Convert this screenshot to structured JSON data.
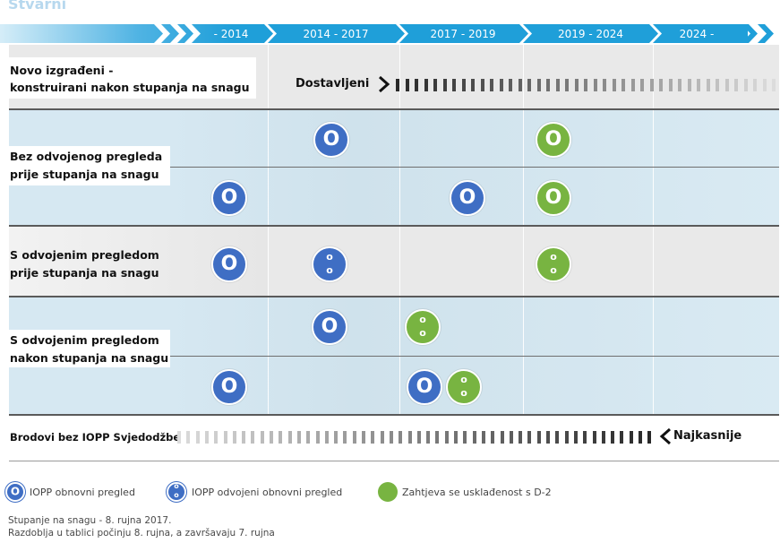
{
  "header": {
    "faded_title": "Stvarni",
    "periods": [
      "- 2014",
      "2014 - 2017",
      "2017 - 2019",
      "2019 - 2024",
      "2024 -"
    ]
  },
  "rows": [
    {
      "label_lines": [
        "Novo izgrađeni -",
        "konstruirani nakon stupanja na snagu"
      ],
      "tag": "Dostavljeni"
    },
    {
      "label_lines": [
        "Bez odvojenog pregleda",
        "prije stupanja na snagu"
      ]
    },
    {
      "label_lines": [
        "S odvojenim pregledom",
        "prije stupanja na snagu"
      ]
    },
    {
      "label_lines": [
        "S odvojenim pregledom",
        "nakon stupanja na snagu"
      ]
    },
    {
      "label_lines": [
        "Brodovi bez IOPP Svjedodžbe"
      ],
      "tag": "Najkasnije"
    }
  ],
  "legend": {
    "items": [
      {
        "text": "IOPP obnovni pregled",
        "color": "#3f6ec4",
        "icon": "single-o-blue-circle"
      },
      {
        "text": "IOPP odvojeni obnovni pregled",
        "color": "#3f6ec4",
        "icon": "double-o-blue-circle"
      },
      {
        "text": "Zahtjeva se usklađenost s D-2",
        "color": "#78b441",
        "icon": "green-dot"
      }
    ]
  },
  "footnotes": [
    "Stupanje na snagu - 8. rujna 2017.",
    "Razdoblja u tablici počinju 8. rujna, a završavaju 7. rujna"
  ],
  "symbols": {
    "single": "O",
    "double_top": "o",
    "double_bottom": "o"
  },
  "colors": {
    "blue": "#3f6ec4",
    "green": "#78b441",
    "header": "#1f9fd9",
    "band": "#d3e7f1",
    "grey": "#e8e8e8"
  }
}
